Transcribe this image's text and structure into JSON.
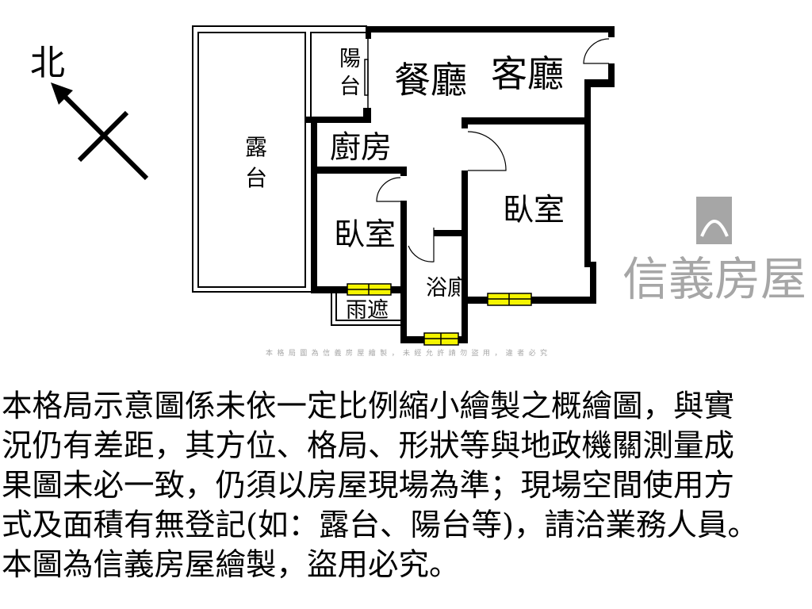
{
  "compass": {
    "north_label": "北"
  },
  "rooms": {
    "balcony": [
      "陽",
      "台"
    ],
    "dining": "餐廳",
    "living": "客廳",
    "terrace": [
      "露",
      "台"
    ],
    "kitchen": "廚房",
    "bedroom_left": "臥室",
    "bedroom_right": "臥室",
    "bathroom": "浴廁",
    "rain_shelter": "雨遮"
  },
  "watermark": {
    "brand": "信義房屋",
    "notice": "本格局圖為信義房屋繪製，未經允許請勿盜用，違者必究"
  },
  "colors": {
    "wall": "#000000",
    "window": "#f5f500",
    "watermark": "#8a8a8a"
  },
  "disclaimer": [
    "本格局示意圖係未依一定比例縮小繪製之概繪圖，與實",
    "況仍有差距，其方位、格局、形狀等與地政機關測量成",
    "果圖未必一致，仍須以房屋現場為準；現場空間使用方",
    "式及面積有無登記(如：露台、陽台等)，請洽業務人員。",
    "本圖為信義房屋繪製，盜用必究。"
  ]
}
